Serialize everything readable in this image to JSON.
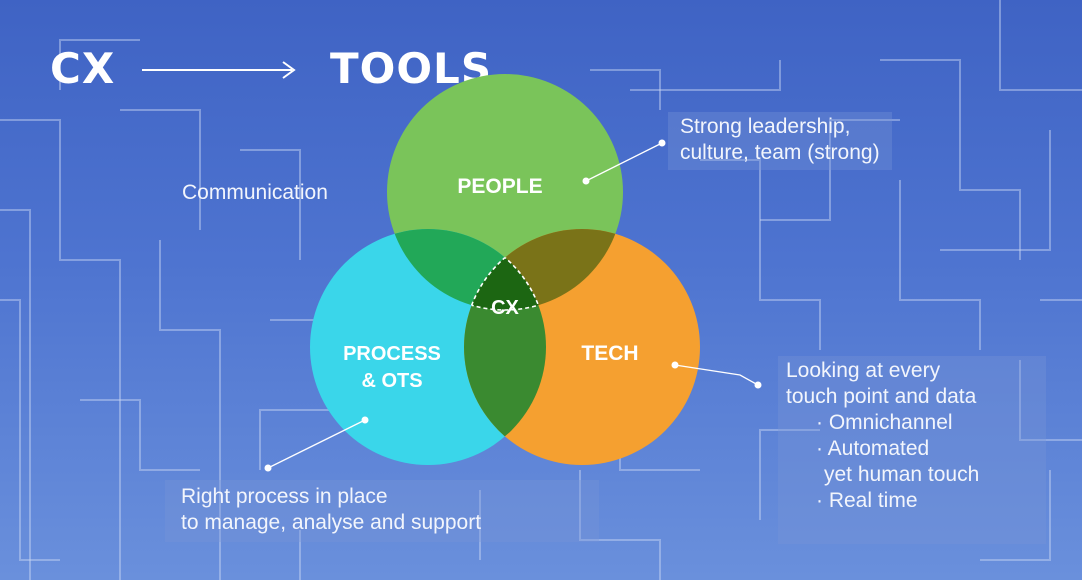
{
  "header": {
    "left": "CX",
    "right": "TOOLS"
  },
  "venn": {
    "sets": [
      {
        "id": "people",
        "label": "PEOPLE",
        "color": "#7ac45a"
      },
      {
        "id": "process",
        "label_lines": [
          "PROCESS",
          "& OTS"
        ],
        "color": "#3ad6ea"
      },
      {
        "id": "tech",
        "label": "TECH",
        "color": "#f5a030"
      }
    ],
    "overlap_colors": {
      "people_process": "#22a858",
      "people_tech": "#7a7318",
      "process_tech": "#3a8a30",
      "center": "#1c6612"
    },
    "center_label": "CX"
  },
  "annotations": {
    "communication": "Communication",
    "leadership": [
      "Strong leadership,",
      "culture, team (strong)"
    ],
    "process": [
      "Right process in place",
      "to manage, analyse and support"
    ],
    "tech": {
      "lines": [
        "Looking at every",
        "touch point and data"
      ],
      "bullets": [
        "· Omnichannel",
        "· Automated",
        "yet human touch",
        "· Real time"
      ]
    }
  }
}
